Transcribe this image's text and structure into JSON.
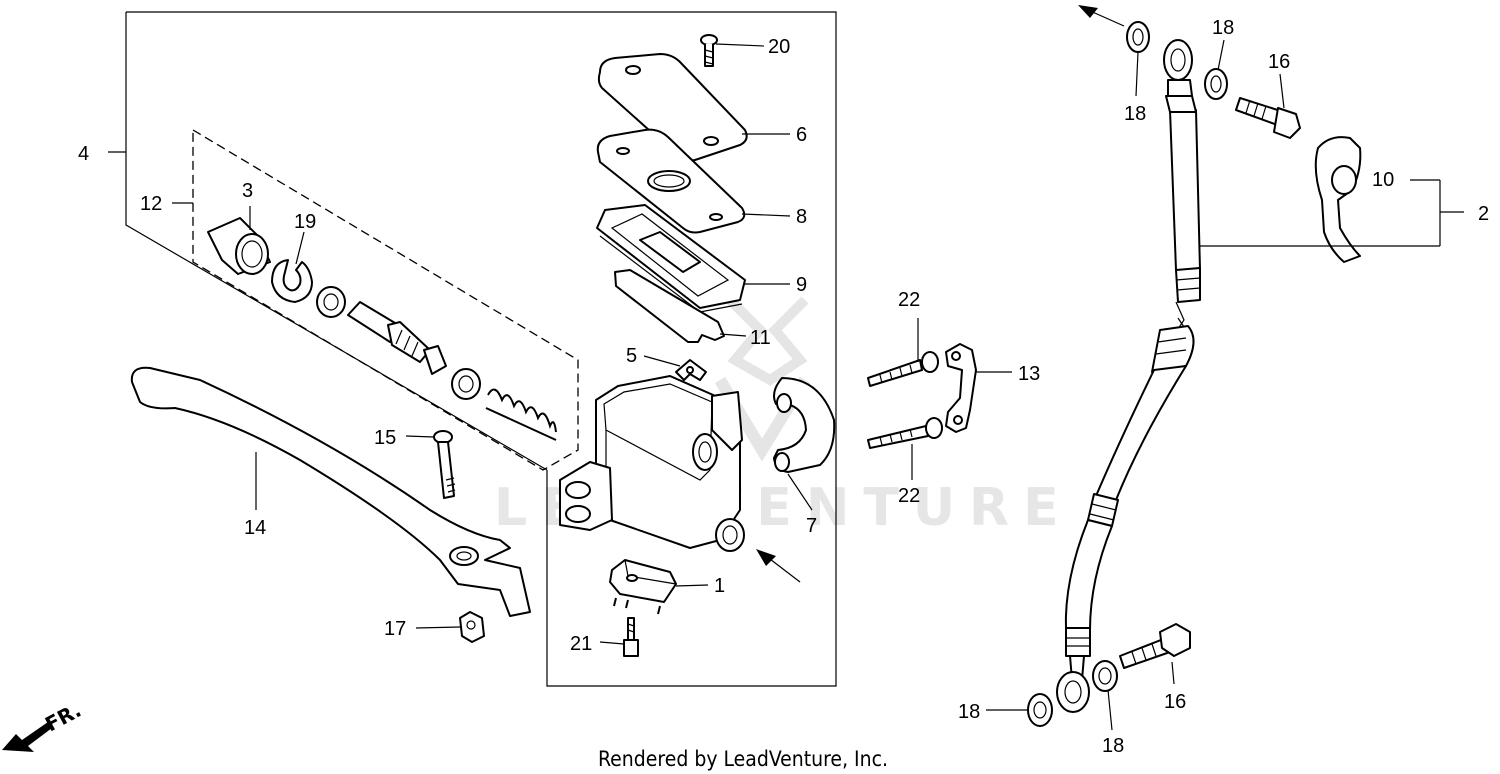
{
  "watermark": "LEADVENTURE",
  "footer": "Rendered by LeadVenture, Inc.",
  "direction_mark": "FR.",
  "callouts": {
    "c1": "1",
    "c2": "2",
    "c3": "3",
    "c4": "4",
    "c5": "5",
    "c6": "6",
    "c7": "7",
    "c8": "8",
    "c9": "9",
    "c10": "10",
    "c11": "11",
    "c12": "12",
    "c13": "13",
    "c14": "14",
    "c15": "15",
    "c16a": "16",
    "c16b": "16",
    "c17": "17",
    "c18a": "18",
    "c18b": "18",
    "c18c": "18",
    "c18d": "18",
    "c19": "19",
    "c20": "20",
    "c21": "21",
    "c22a": "22",
    "c22b": "22"
  }
}
